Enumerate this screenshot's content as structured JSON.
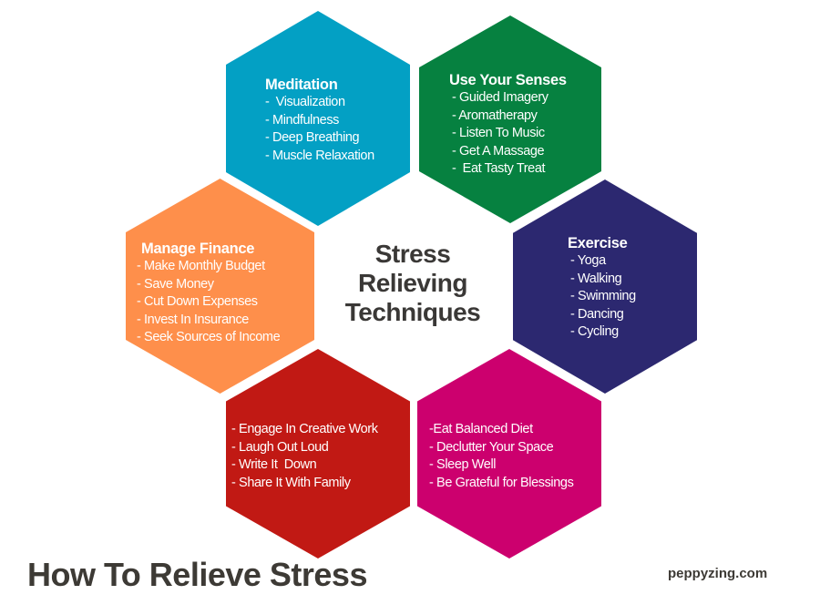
{
  "center_title": [
    "Stress",
    "Relieving",
    "Techniques"
  ],
  "footer": {
    "title": "How To Relieve Stress",
    "brand": "peppyzing.com"
  },
  "hexagons": [
    {
      "color": "#03a0c4",
      "title": "Meditation",
      "items": [
        "-  Visualization",
        "- Mindfulness",
        "- Deep Breathing",
        "- Muscle Relaxation"
      ]
    },
    {
      "color": "#068140",
      "title": "Use Your Senses",
      "items": [
        "- Guided Imagery",
        "- Aromatherapy",
        "- Listen To Music",
        "- Get A Massage",
        "-  Eat Tasty Treat"
      ]
    },
    {
      "color": "#2c2870",
      "title": "Exercise",
      "items": [
        "- Yoga",
        "- Walking",
        "- Swimming",
        "- Dancing",
        "- Cycling"
      ]
    },
    {
      "color": "#fe8f4b",
      "title": "Manage Finance",
      "items": [
        "- Make Monthly Budget",
        "- Save Money",
        "- Cut Down Expenses",
        "- Invest In Insurance",
        "- Seek Sources of Income"
      ]
    },
    {
      "color": "#c11914",
      "title": "",
      "items": [
        "- Engage In Creative Work",
        "- Laugh Out Loud",
        "- Write It  Down",
        "- Share It With Family"
      ]
    },
    {
      "color": "#cc006e",
      "title": "",
      "items": [
        "-Eat Balanced Diet",
        "- Declutter Your Space",
        "- Sleep Well",
        "- Be Grateful for Blessings"
      ]
    }
  ]
}
